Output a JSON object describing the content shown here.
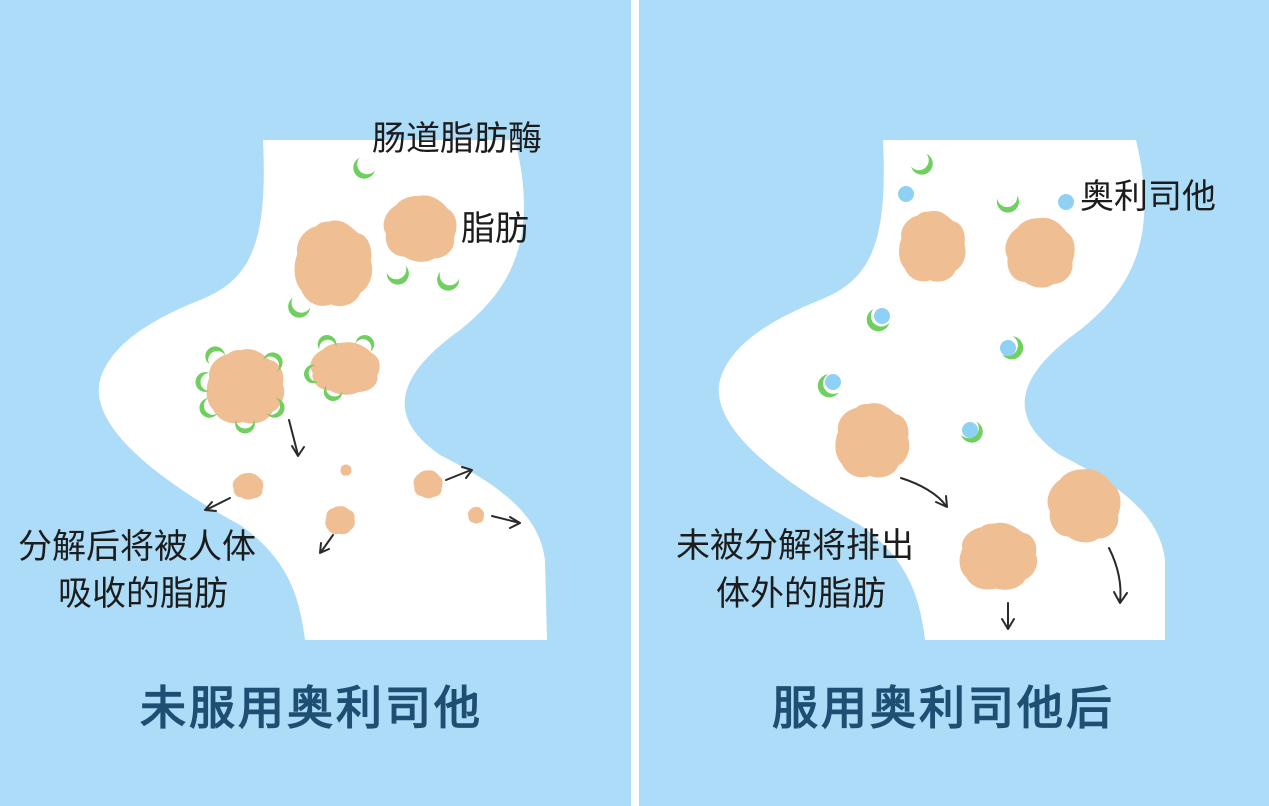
{
  "colors": {
    "panel_background": "#acdcf8",
    "intestine": "#ffffff",
    "fat": "#efbe93",
    "enzyme": "#6fcf5f",
    "drug": "#8fd1f5",
    "title": "#1f4e73",
    "label": "#1c1c1c"
  },
  "left_panel": {
    "title": "未服用奥利司他",
    "labels": {
      "enzyme": "肠道脂肪酶",
      "fat": "脂肪",
      "absorbed_line1": "分解后将被人体",
      "absorbed_line2": "吸收的脂肪"
    }
  },
  "right_panel": {
    "title": "服用奥利司他后",
    "labels": {
      "drug": "奥利司他",
      "excreted_line1": "未被分解将排出",
      "excreted_line2": "体外的脂肪"
    }
  }
}
